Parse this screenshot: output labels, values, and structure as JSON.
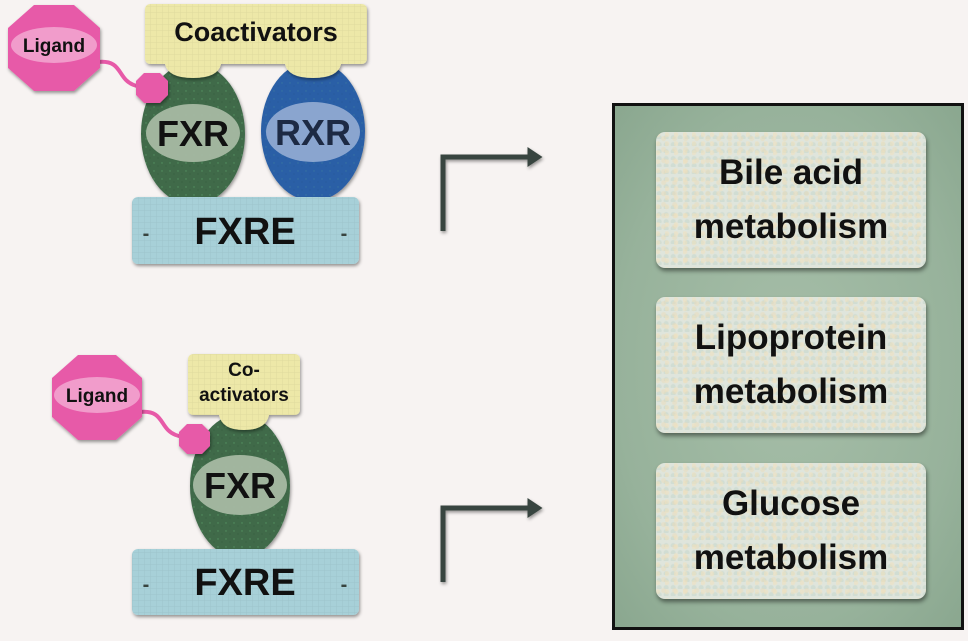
{
  "diagram": {
    "title": "FXR signaling and metabolic targets",
    "top_complex": {
      "ligand_label": "Ligand",
      "coactivator_label": "Coactivators",
      "receptor_1_label": "FXR",
      "receptor_2_label": "RXR",
      "response_element_label": "FXRE",
      "element_dash_left": "-",
      "element_dash_right": "-"
    },
    "bottom_complex": {
      "ligand_label": "Ligand",
      "coactivator_label_line1": "Co-",
      "coactivator_label_line2": "activators",
      "receptor_label": "FXR",
      "response_element_label": "FXRE",
      "element_dash_left": "-",
      "element_dash_right": "-"
    },
    "outcomes": [
      {
        "line1": "Bile acid",
        "line2": "metabolism"
      },
      {
        "line1": "Lipoprotein",
        "line2": "metabolism"
      },
      {
        "line1": "Glucose",
        "line2": "metabolism"
      }
    ],
    "colors": {
      "background": "#f7f3f2",
      "ligand": "#e75aa8",
      "ligand_label_bg": "#f19ccb",
      "coactivator": "#ede8a8",
      "fxr": "#3f6a4a",
      "fxr_label_bg": "#a6b9a3",
      "rxr": "#2b5fa6",
      "rxr_label_bg": "#8aa5cf",
      "fxre": "#a7d0d8",
      "dna_line": "#38443f",
      "outcome_panel": "#9bb59e",
      "outcome_box": "#dfe5dc"
    }
  }
}
